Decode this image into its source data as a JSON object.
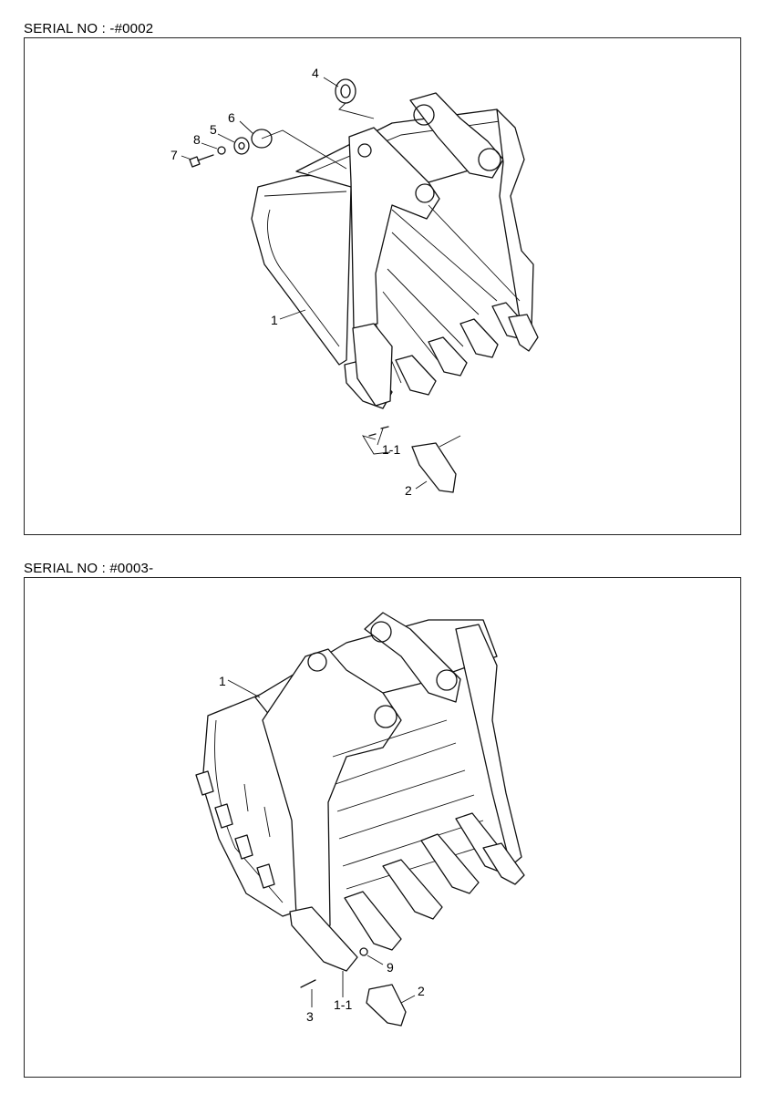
{
  "panels": [
    {
      "serial": "SERIAL NO : -#0002",
      "callouts": [
        "4",
        "6",
        "5",
        "8",
        "7",
        "1",
        "1-1",
        "2"
      ]
    },
    {
      "serial": "SERIAL NO : #0003-",
      "callouts": [
        "1",
        "9",
        "2",
        "3",
        "1-1"
      ]
    }
  ]
}
